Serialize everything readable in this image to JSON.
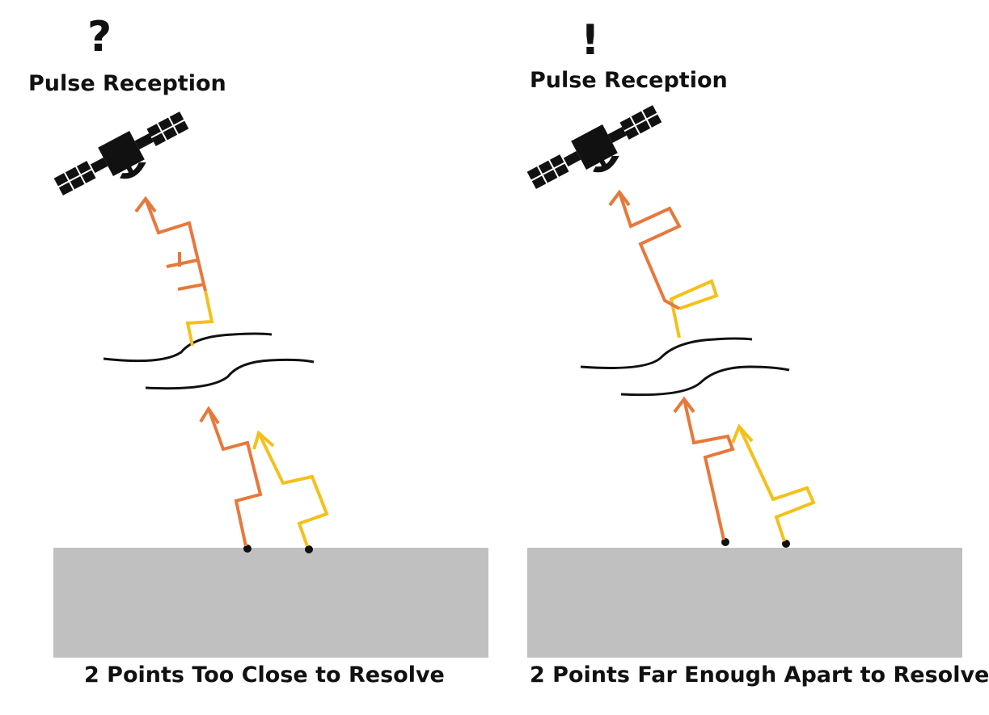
{
  "left_panel": {
    "symbol": "?",
    "title": "Pulse Reception",
    "caption": "2 Points Too Close to Resolve"
  },
  "right_panel": {
    "symbol": "!",
    "title": "Pulse Reception",
    "caption": "2 Points Far Enough Apart to Resolve"
  },
  "colors": {
    "orange_pulse": "#e8783a",
    "yellow_pulse": "#f5c01a",
    "ground": "#c0c0c0",
    "ink": "#111111"
  },
  "icons": [
    "satellite-icon",
    "question-mark-icon",
    "exclamation-mark-icon"
  ]
}
